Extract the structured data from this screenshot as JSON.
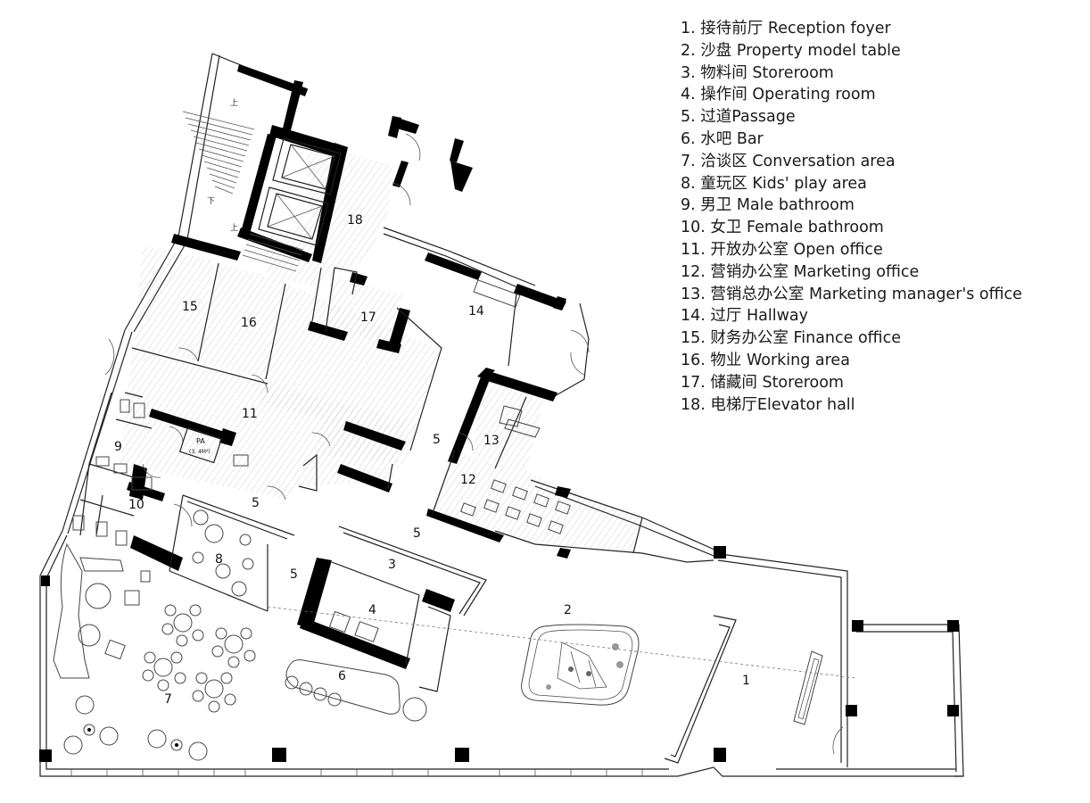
{
  "legend": [
    "1. 接待前厅 Reception foyer",
    "2. 沙盘 Property model table",
    "3. 物料间 Storeroom",
    "4. 操作间 Operating room",
    "5. 过道Passage",
    "6. 水吧 Bar",
    "7. 洽谈区 Conversation area",
    "8. 童玩区 Kids' play area",
    "9. 男卫 Male bathroom",
    "10. 女卫 Female bathroom",
    "11. 开放办公室 Open office",
    "12. 营销办公室 Marketing office",
    "13. 营销总办公室 Marketing manager's office",
    "14. 过厅 Hallway",
    "15. 财务办公室 Finance office",
    "16. 物业 Working area",
    "17. 储藏间 Storeroom",
    "18. 电梯厅Elevator hall"
  ],
  "rooms": {
    "r1": "1",
    "r2": "2",
    "r3": "3",
    "r4": "4",
    "r5a": "5",
    "r5b": "5",
    "r5c": "5",
    "r5d": "5",
    "r6": "6",
    "r7": "7",
    "r8": "8",
    "r9": "9",
    "r10": "10",
    "r11": "11",
    "r12": "12",
    "r13": "13",
    "r14": "14",
    "r15": "15",
    "r16": "16",
    "r17": "17",
    "r18": "18"
  },
  "labels": {
    "pa": "PA",
    "pa_sub": "(3, 4M²)",
    "stair_up_1": "上",
    "stair_up_2": "上",
    "stair_down": "下"
  }
}
